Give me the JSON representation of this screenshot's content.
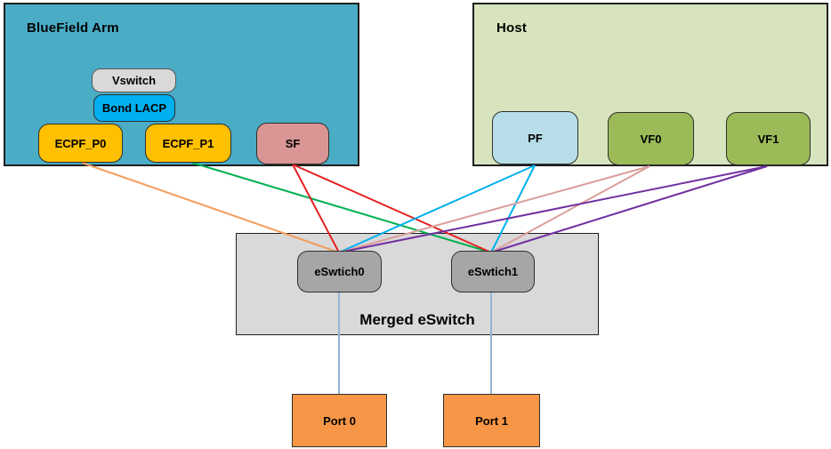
{
  "bluefield_arm": {
    "label": "BlueField Arm",
    "fill": "#4AACC5",
    "nodes": {
      "vswitch": {
        "label": "Vswitch",
        "fill": "#D9D9D9"
      },
      "bond_lacp": {
        "label": "Bond LACP",
        "fill": "#00B0F0"
      },
      "ecpf_p0": {
        "label": "ECPF_P0",
        "fill": "#FFC000"
      },
      "ecpf_p1": {
        "label": "ECPF_P1",
        "fill": "#FFC000"
      },
      "sf": {
        "label": "SF",
        "fill": "#D99694"
      }
    }
  },
  "host": {
    "label": "Host",
    "fill": "#D7E4BD",
    "nodes": {
      "pf": {
        "label": "PF",
        "fill": "#B7DEE8"
      },
      "vf0": {
        "label": "VF0",
        "fill": "#9BBB59"
      },
      "vf1": {
        "label": "VF1",
        "fill": "#9BBB59"
      }
    }
  },
  "merged_eswitch": {
    "label": "Merged eSwitch",
    "fill": "#D9D9D9",
    "nodes": {
      "eswitch0": {
        "label": "eSwtich0",
        "fill": "#A6A6A6"
      },
      "eswitch1": {
        "label": "eSwtich1",
        "fill": "#A6A6A6"
      }
    }
  },
  "ports": {
    "port0": {
      "label": "Port 0",
      "fill": "#F79646"
    },
    "port1": {
      "label": "Port 1",
      "fill": "#F79646"
    }
  },
  "edges": [
    {
      "from": "ECPF_P0",
      "to": "eSwtich0",
      "color": "#F49C5B"
    },
    {
      "from": "ECPF_P1",
      "to": "eSwtich1",
      "color": "#00B050"
    },
    {
      "from": "SF",
      "to": "eSwtich0",
      "color": "#E32222"
    },
    {
      "from": "SF",
      "to": "eSwtich1",
      "color": "#E32222"
    },
    {
      "from": "PF",
      "to": "eSwtich0",
      "color": "#00B0F0"
    },
    {
      "from": "PF",
      "to": "eSwtich1",
      "color": "#00B0F0"
    },
    {
      "from": "VF0",
      "to": "eSwtich0",
      "color": "#DB9E9A"
    },
    {
      "from": "VF0",
      "to": "eSwtich1",
      "color": "#DB9E9A"
    },
    {
      "from": "VF1",
      "to": "eSwtich0",
      "color": "#7030A0"
    },
    {
      "from": "VF1",
      "to": "eSwtich1",
      "color": "#7030A0"
    },
    {
      "from": "eSwtich0",
      "to": "Port 0",
      "color": "#95B3D7"
    },
    {
      "from": "eSwtich1",
      "to": "Port 1",
      "color": "#95B3D7"
    }
  ]
}
